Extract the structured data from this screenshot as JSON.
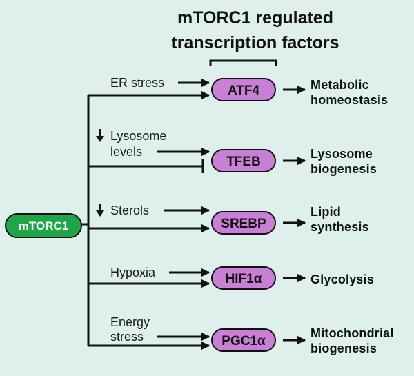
{
  "title": {
    "line1": "mTORC1 regulated",
    "line2": "transcription factors"
  },
  "source_node": "mTORC1",
  "rows": [
    {
      "input_lines": [
        "ER stress"
      ],
      "input_down_arrow": false,
      "factor": "ATF4",
      "outcome_lines": [
        "Metabolic",
        "homeostasis"
      ],
      "connection": "activates"
    },
    {
      "input_lines": [
        "Lysosome",
        "levels"
      ],
      "input_down_arrow": true,
      "factor": "TFEB",
      "outcome_lines": [
        "Lysosome",
        "biogenesis"
      ],
      "connection": "inhibits"
    },
    {
      "input_lines": [
        "Sterols"
      ],
      "input_down_arrow": true,
      "factor": "SREBP",
      "outcome_lines": [
        "Lipid",
        "synthesis"
      ],
      "connection": "activates"
    },
    {
      "input_lines": [
        "Hypoxia"
      ],
      "input_down_arrow": false,
      "factor": "HIF1α",
      "outcome_lines": [
        "Glycolysis"
      ],
      "connection": "activates"
    },
    {
      "input_lines": [
        "Energy",
        "stress"
      ],
      "input_down_arrow": false,
      "factor": "PGC1α",
      "outcome_lines": [
        "Mitochondrial",
        "biogenesis"
      ],
      "connection": "activates"
    }
  ],
  "colors": {
    "background": "#dff0ec",
    "source_fill": "#1fa64a",
    "factor_fill": "#c97fd6",
    "line": "#111111"
  }
}
